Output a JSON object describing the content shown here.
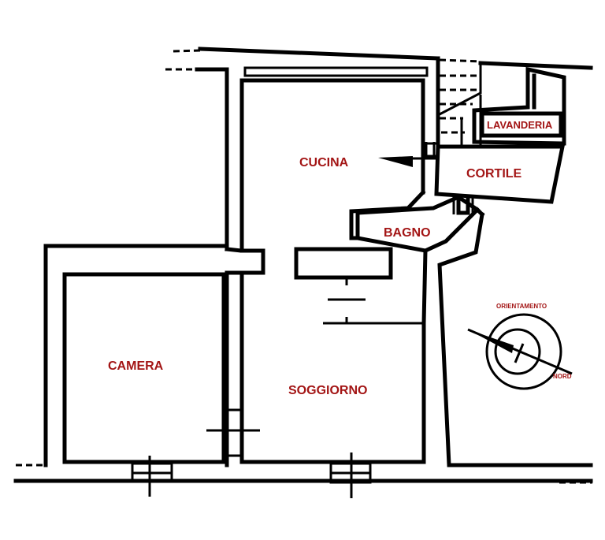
{
  "rooms": {
    "cucina": "CUCINA",
    "cortile": "CORTILE",
    "lavanderia": "LAVANDERIA",
    "bagno": "BAGNO",
    "camera": "CAMERA",
    "soggiorno": "SOGGIORNO"
  },
  "compass": {
    "title": "ORIENTAMENTO",
    "north_label": "NORD"
  },
  "colors": {
    "label": "#a31515",
    "walls": "#000000"
  }
}
